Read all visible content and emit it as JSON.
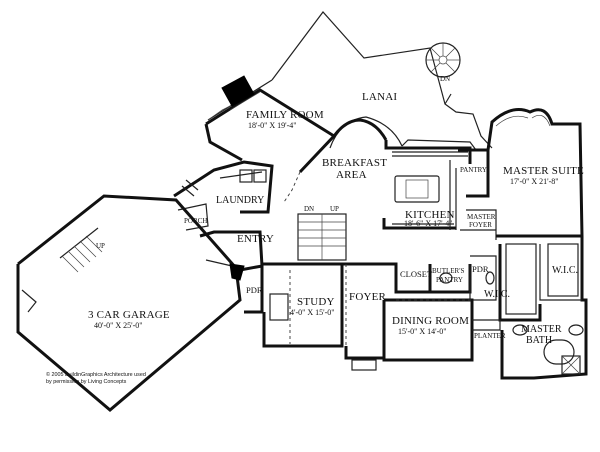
{
  "rooms": {
    "lanai": {
      "name": "LANAI"
    },
    "family_room": {
      "name": "FAMILY ROOM",
      "dims": "18'-0\" X 19'-4\""
    },
    "breakfast": {
      "name": "BREAKFAST",
      "name2": "AREA"
    },
    "kitchen": {
      "name": "KITCHEN",
      "dims": "18'-6\" X 17'-4\""
    },
    "master_suite": {
      "name": "MASTER SUITE",
      "dims": "17'-0\" X 21'-8\""
    },
    "laundry": {
      "name": "LAUNDRY"
    },
    "porch": {
      "name": "PORCH"
    },
    "entry": {
      "name": "ENTRY"
    },
    "garage": {
      "name": "3 CAR GARAGE",
      "dims": "40'-0\" X 25'-0\""
    },
    "pdr_left": {
      "name": "PDR"
    },
    "study": {
      "name": "STUDY",
      "dims": "4'-0\" X 15'-0\""
    },
    "foyer": {
      "name": "FOYER"
    },
    "closet": {
      "name": "CLOSET"
    },
    "butlers_pantry": {
      "name": "BUTLER'S",
      "name2": "PANTRY"
    },
    "pdr_right": {
      "name": "PDR"
    },
    "dining": {
      "name": "DINING ROOM",
      "dims": "15'-0\" X 14'-0\""
    },
    "pantry": {
      "name": "PANTRY"
    },
    "master_foyer": {
      "name": "MASTER",
      "name2": "FOYER"
    },
    "wic_left": {
      "name": "W.I.C."
    },
    "wic_right": {
      "name": "W.I.C."
    },
    "master_bath": {
      "name": "MASTER",
      "name2": "BATH"
    },
    "planter": {
      "name": "PLANTER"
    }
  },
  "stair_labels": {
    "spiral_dn": "DN",
    "main_dn": "DN",
    "main_up": "UP",
    "garage_up": "UP"
  },
  "credit": {
    "line1": "© 2005 BuildinGraphics Architecture used",
    "line2": "by permission by Living Concepts"
  }
}
